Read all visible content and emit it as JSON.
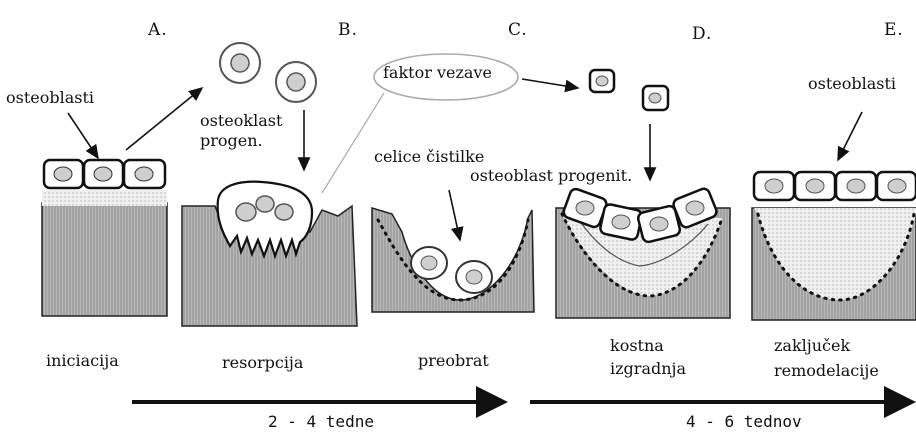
{
  "steps": [
    "A.",
    "B.",
    "C.",
    "D.",
    "E."
  ],
  "labels": {
    "osteoblasti_a": "osteoblasti",
    "osteoklast_progen_line1": "osteoklast",
    "osteoklast_progen_line2": "progen.",
    "faktor_vezave": "faktor vezave",
    "celice_cistilke": "celice čistilke",
    "osteoblast_progenit": "osteoblast progenit.",
    "osteoblasti_e": "osteoblasti"
  },
  "phases": {
    "iniciacija": "iniciacija",
    "resorpcija": "resorpcija",
    "preobrat": "preobrat",
    "kostna_line1": "kostna",
    "kostna_line2": "izgradnja",
    "zakljucek_line1": "zaključek",
    "zakljucek_line2": "remodelacije"
  },
  "durations": {
    "first": "2 - 4 tedne",
    "second": "4 - 6 tednov"
  },
  "colors": {
    "bone": "#b4b4b4",
    "bone_lines": "#8e8e8e",
    "cell_nucleus": "#cfcfcf",
    "ink": "#111111"
  }
}
